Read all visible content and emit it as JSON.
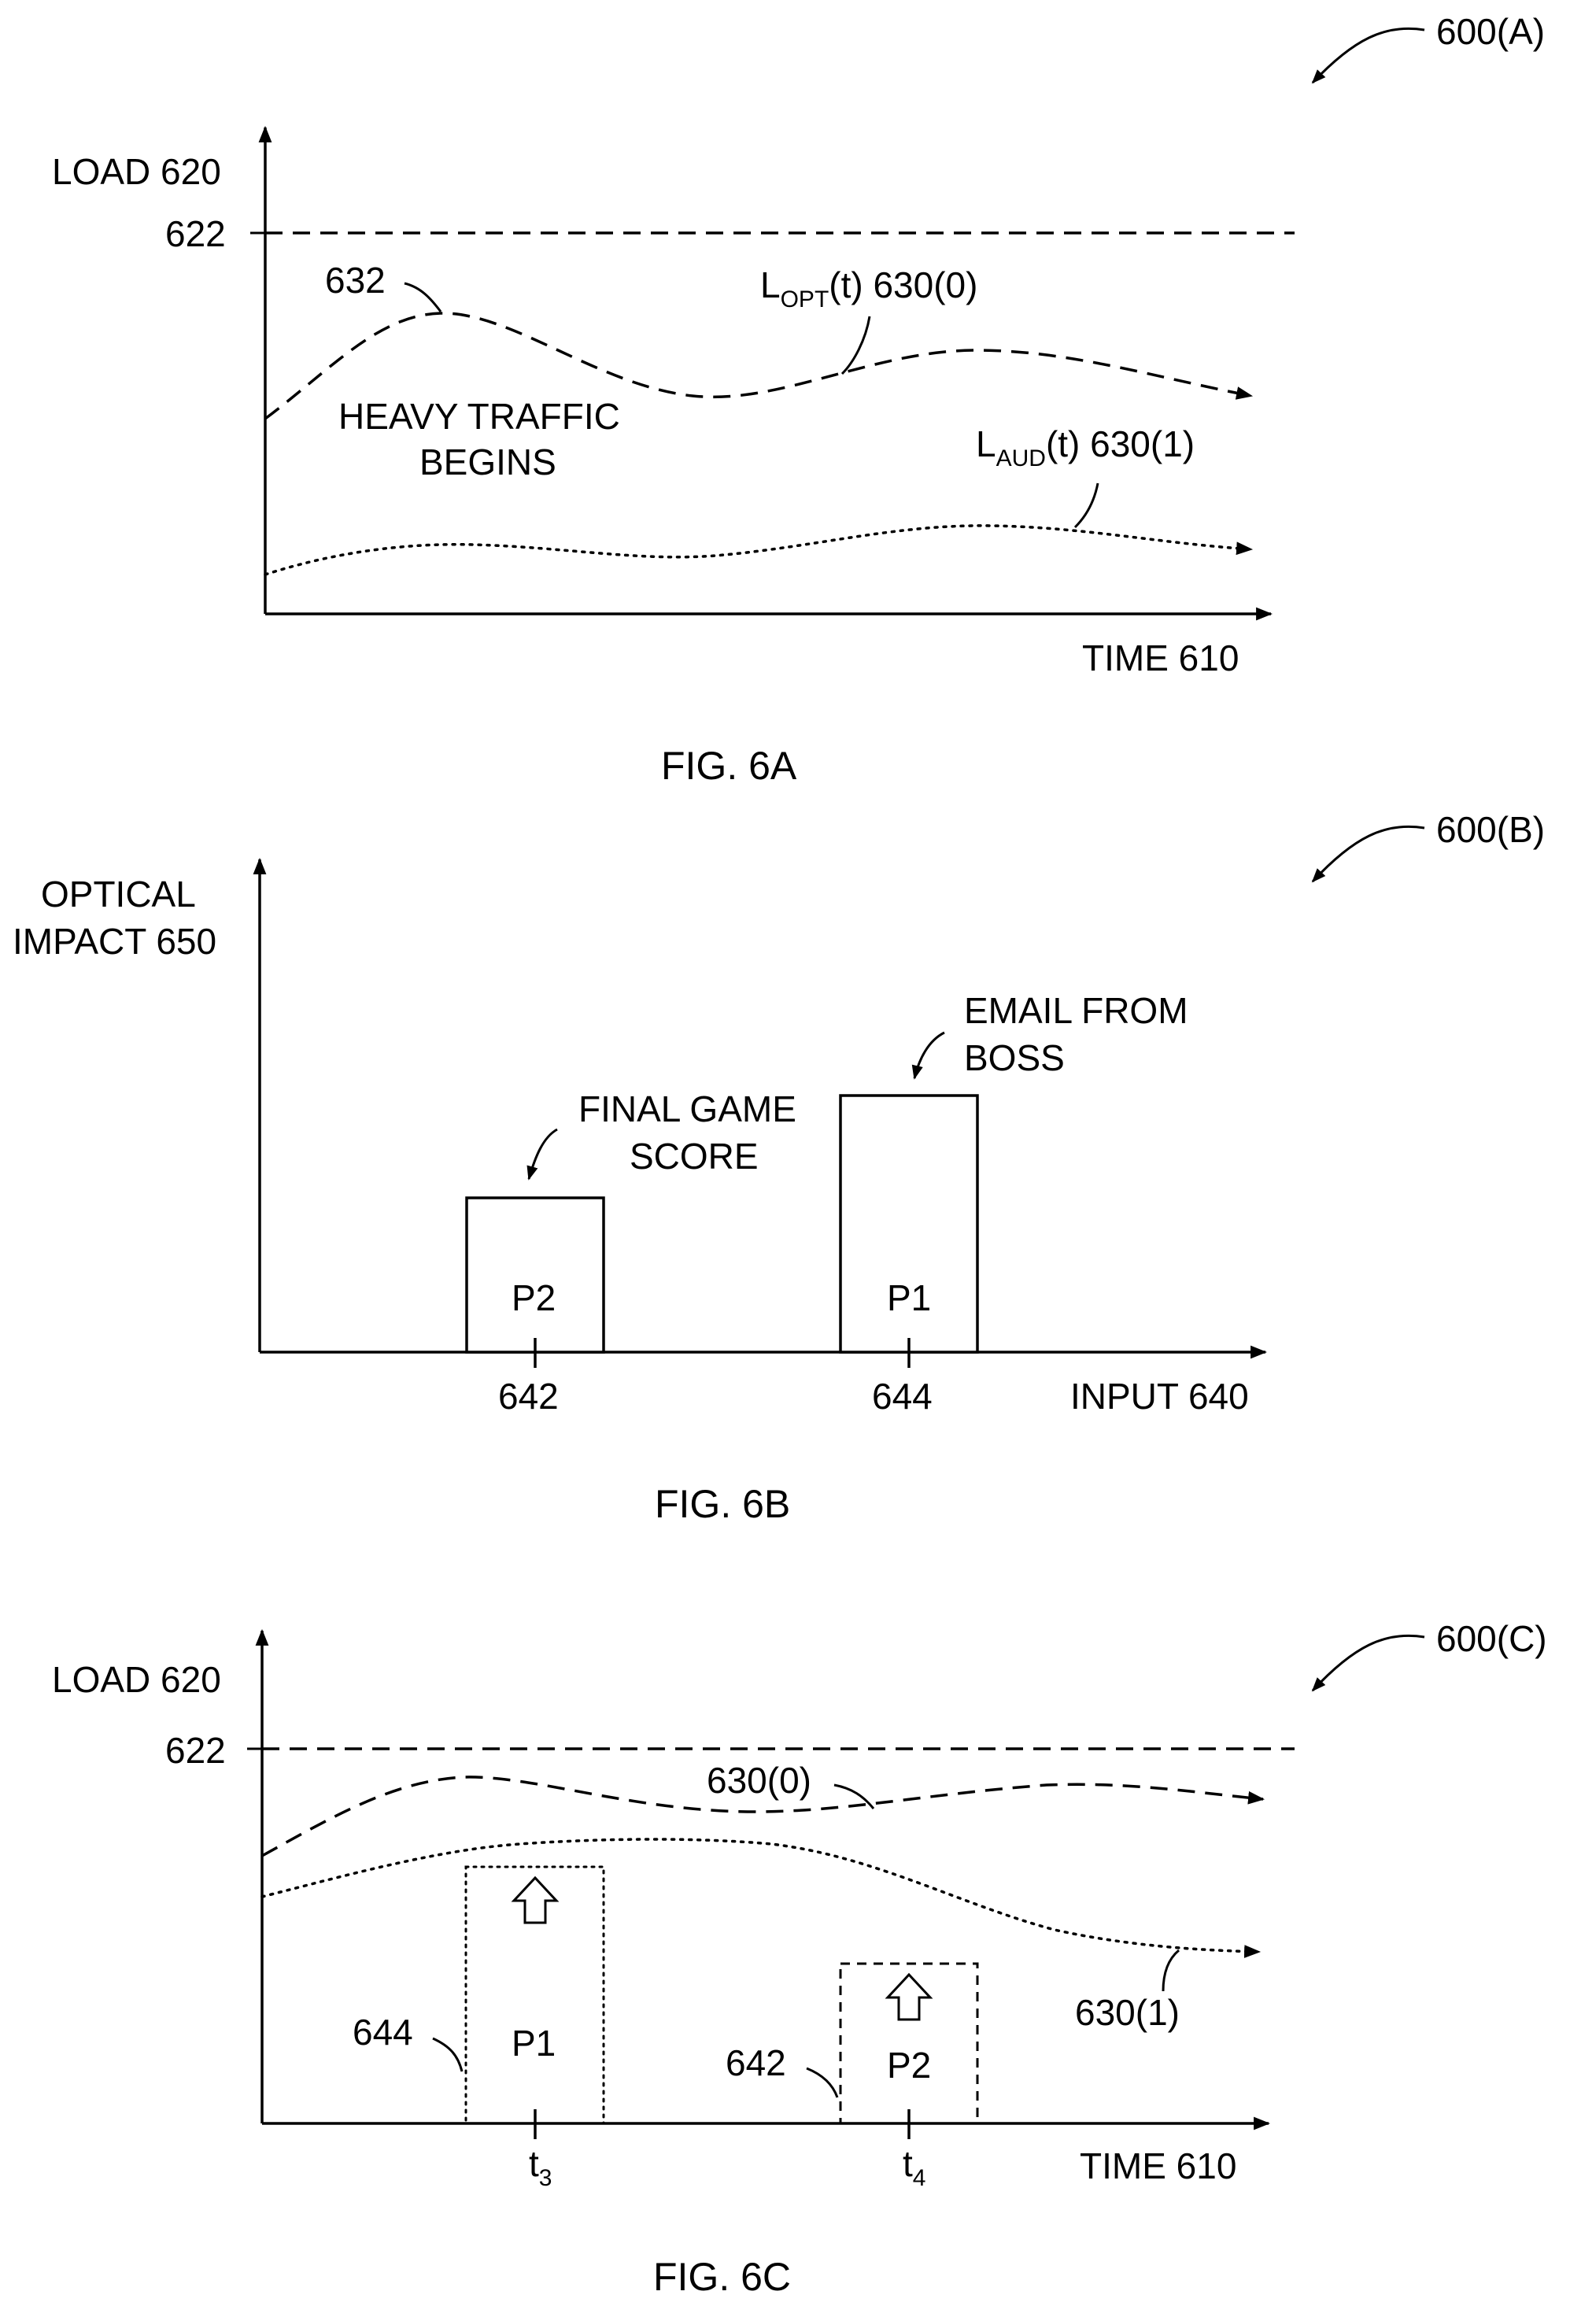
{
  "fig_a": {
    "ref": "600(A)",
    "y_axis_label": "LOAD 620",
    "threshold_label": "622",
    "peak_label": "632",
    "event_line1": "HEAVY TRAFFIC",
    "event_line2": "BEGINS",
    "opt_curve_prefix": "L",
    "opt_curve_sub": "OPT",
    "opt_curve_suffix": "(t) 630(0)",
    "aud_curve_prefix": "L",
    "aud_curve_sub": "AUD",
    "aud_curve_suffix": "(t) 630(1)",
    "x_axis_label": "TIME 610",
    "caption": "FIG. 6A"
  },
  "fig_b": {
    "ref": "600(B)",
    "y_axis_label_line1": "OPTICAL",
    "y_axis_label_line2": "IMPACT 650",
    "bar1_label": "P2",
    "bar1_tick": "642",
    "bar1_note_line1": "FINAL GAME",
    "bar1_note_line2": "SCORE",
    "bar2_label": "P1",
    "bar2_tick": "644",
    "bar2_note_line1": "EMAIL FROM",
    "bar2_note_line2": "BOSS",
    "x_axis_label": "INPUT 640",
    "caption": "FIG. 6B"
  },
  "fig_c": {
    "ref": "600(C)",
    "y_axis_label": "LOAD 620",
    "threshold_label": "622",
    "opt_curve_label": "630(0)",
    "aud_curve_label": "630(1)",
    "box1_label": "P1",
    "box1_ref": "644",
    "box1_tick_prefix": "t",
    "box1_tick_sub": "3",
    "box2_label": "P2",
    "box2_ref": "642",
    "box2_tick_prefix": "t",
    "box2_tick_sub": "4",
    "x_axis_label": "TIME 610",
    "caption": "FIG. 6C"
  }
}
